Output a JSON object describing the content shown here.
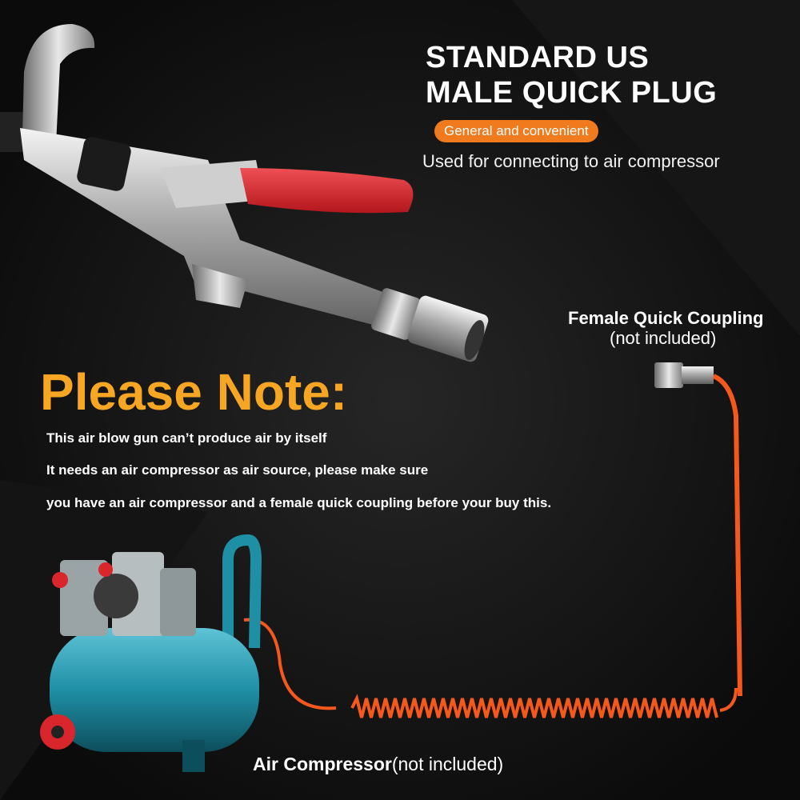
{
  "headline": {
    "line1": "STANDARD US",
    "line2": "MALE QUICK PLUG"
  },
  "badge": {
    "text": "General and convenient"
  },
  "subtitle": "Used for connecting to air compressor",
  "coupling": {
    "title": "Female Quick Coupling",
    "note": "(not included)"
  },
  "notice": {
    "title": "Please Note:",
    "lines": [
      "This air blow gun can’t produce air by itself",
      "It needs an air compressor as air source, please make sure",
      "you have an air compressor and a female quick coupling before your buy this."
    ]
  },
  "compressor": {
    "name": "Air Compressor",
    "note": "(not included)"
  },
  "colors": {
    "background": "#0d0d0d",
    "accent_orange": "#f07a1e",
    "note_yellow": "#f6a623",
    "trigger_red": "#d8262c",
    "tank_teal": "#1f8fa6",
    "hose_orange": "#f5581c"
  },
  "icons": [
    "air-blow-gun-icon",
    "female-coupling-icon",
    "air-compressor-icon",
    "coiled-hose-icon"
  ]
}
